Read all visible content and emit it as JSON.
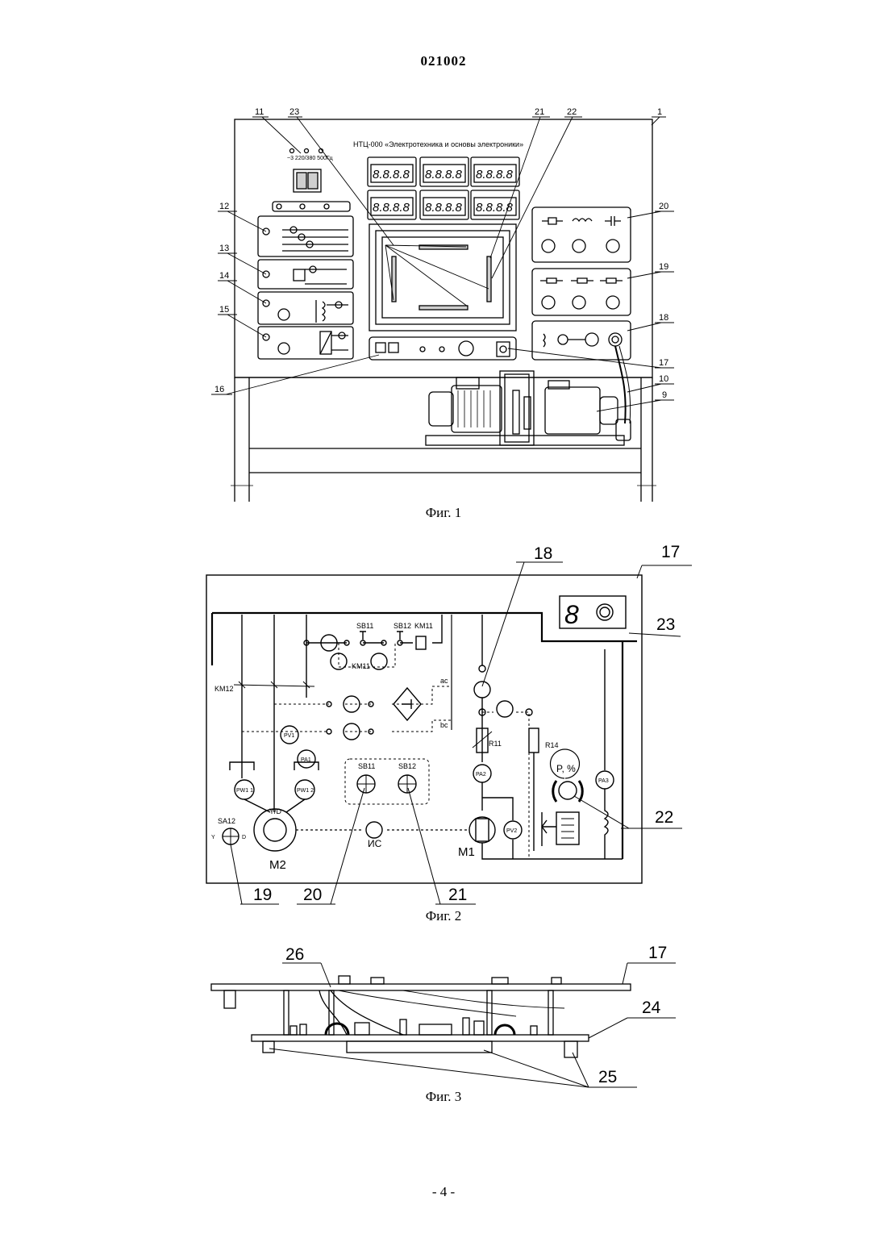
{
  "document": {
    "number": "021002",
    "page": "- 4 -"
  },
  "fig1": {
    "caption": "Фиг. 1",
    "title": "НТЦ-000 «Электротехника и основы электроники»",
    "callouts": {
      "c1": "1",
      "c9": "9",
      "c10": "10",
      "c11": "11",
      "c12": "12",
      "c13": "13",
      "c14": "14",
      "c15": "15",
      "c16": "16",
      "c17": "17",
      "c18": "18",
      "c19": "19",
      "c20": "20",
      "c21": "21",
      "c22": "22",
      "c23": "23"
    },
    "display": "8.8.8.8",
    "supply": "~3 220/380 500Гц"
  },
  "fig2": {
    "caption": "Фиг. 2",
    "callouts": {
      "c17": "17",
      "c18": "18",
      "c19": "19",
      "c20": "20",
      "c21": "21",
      "c22": "22",
      "c23": "23"
    },
    "display_digit": "8",
    "labels": {
      "sb11": "SB11",
      "sb12": "SB12",
      "km11": "KM11",
      "km12": "KM12",
      "ac": "ac",
      "bc": "bc",
      "pv1": "PV1",
      "pa1": "PA1",
      "pw11": "PW1 1",
      "pw12": "PW1 2",
      "yd": "Y/D",
      "m2": "M2",
      "is": "ИС",
      "m1": "M1",
      "pa2": "PA2",
      "pv2": "PV2",
      "pa3": "PA3",
      "r11": "R11",
      "r14": "R14",
      "sa12": "SA12",
      "y": "Y",
      "d": "D",
      "pct": "P, %"
    }
  },
  "fig3": {
    "caption": "Фиг. 3",
    "callouts": {
      "c17": "17",
      "c24": "24",
      "c25": "25",
      "c26": "26"
    }
  },
  "colors": {
    "ink": "#000000",
    "paper": "#ffffff",
    "gray": "#cfcfcf"
  }
}
